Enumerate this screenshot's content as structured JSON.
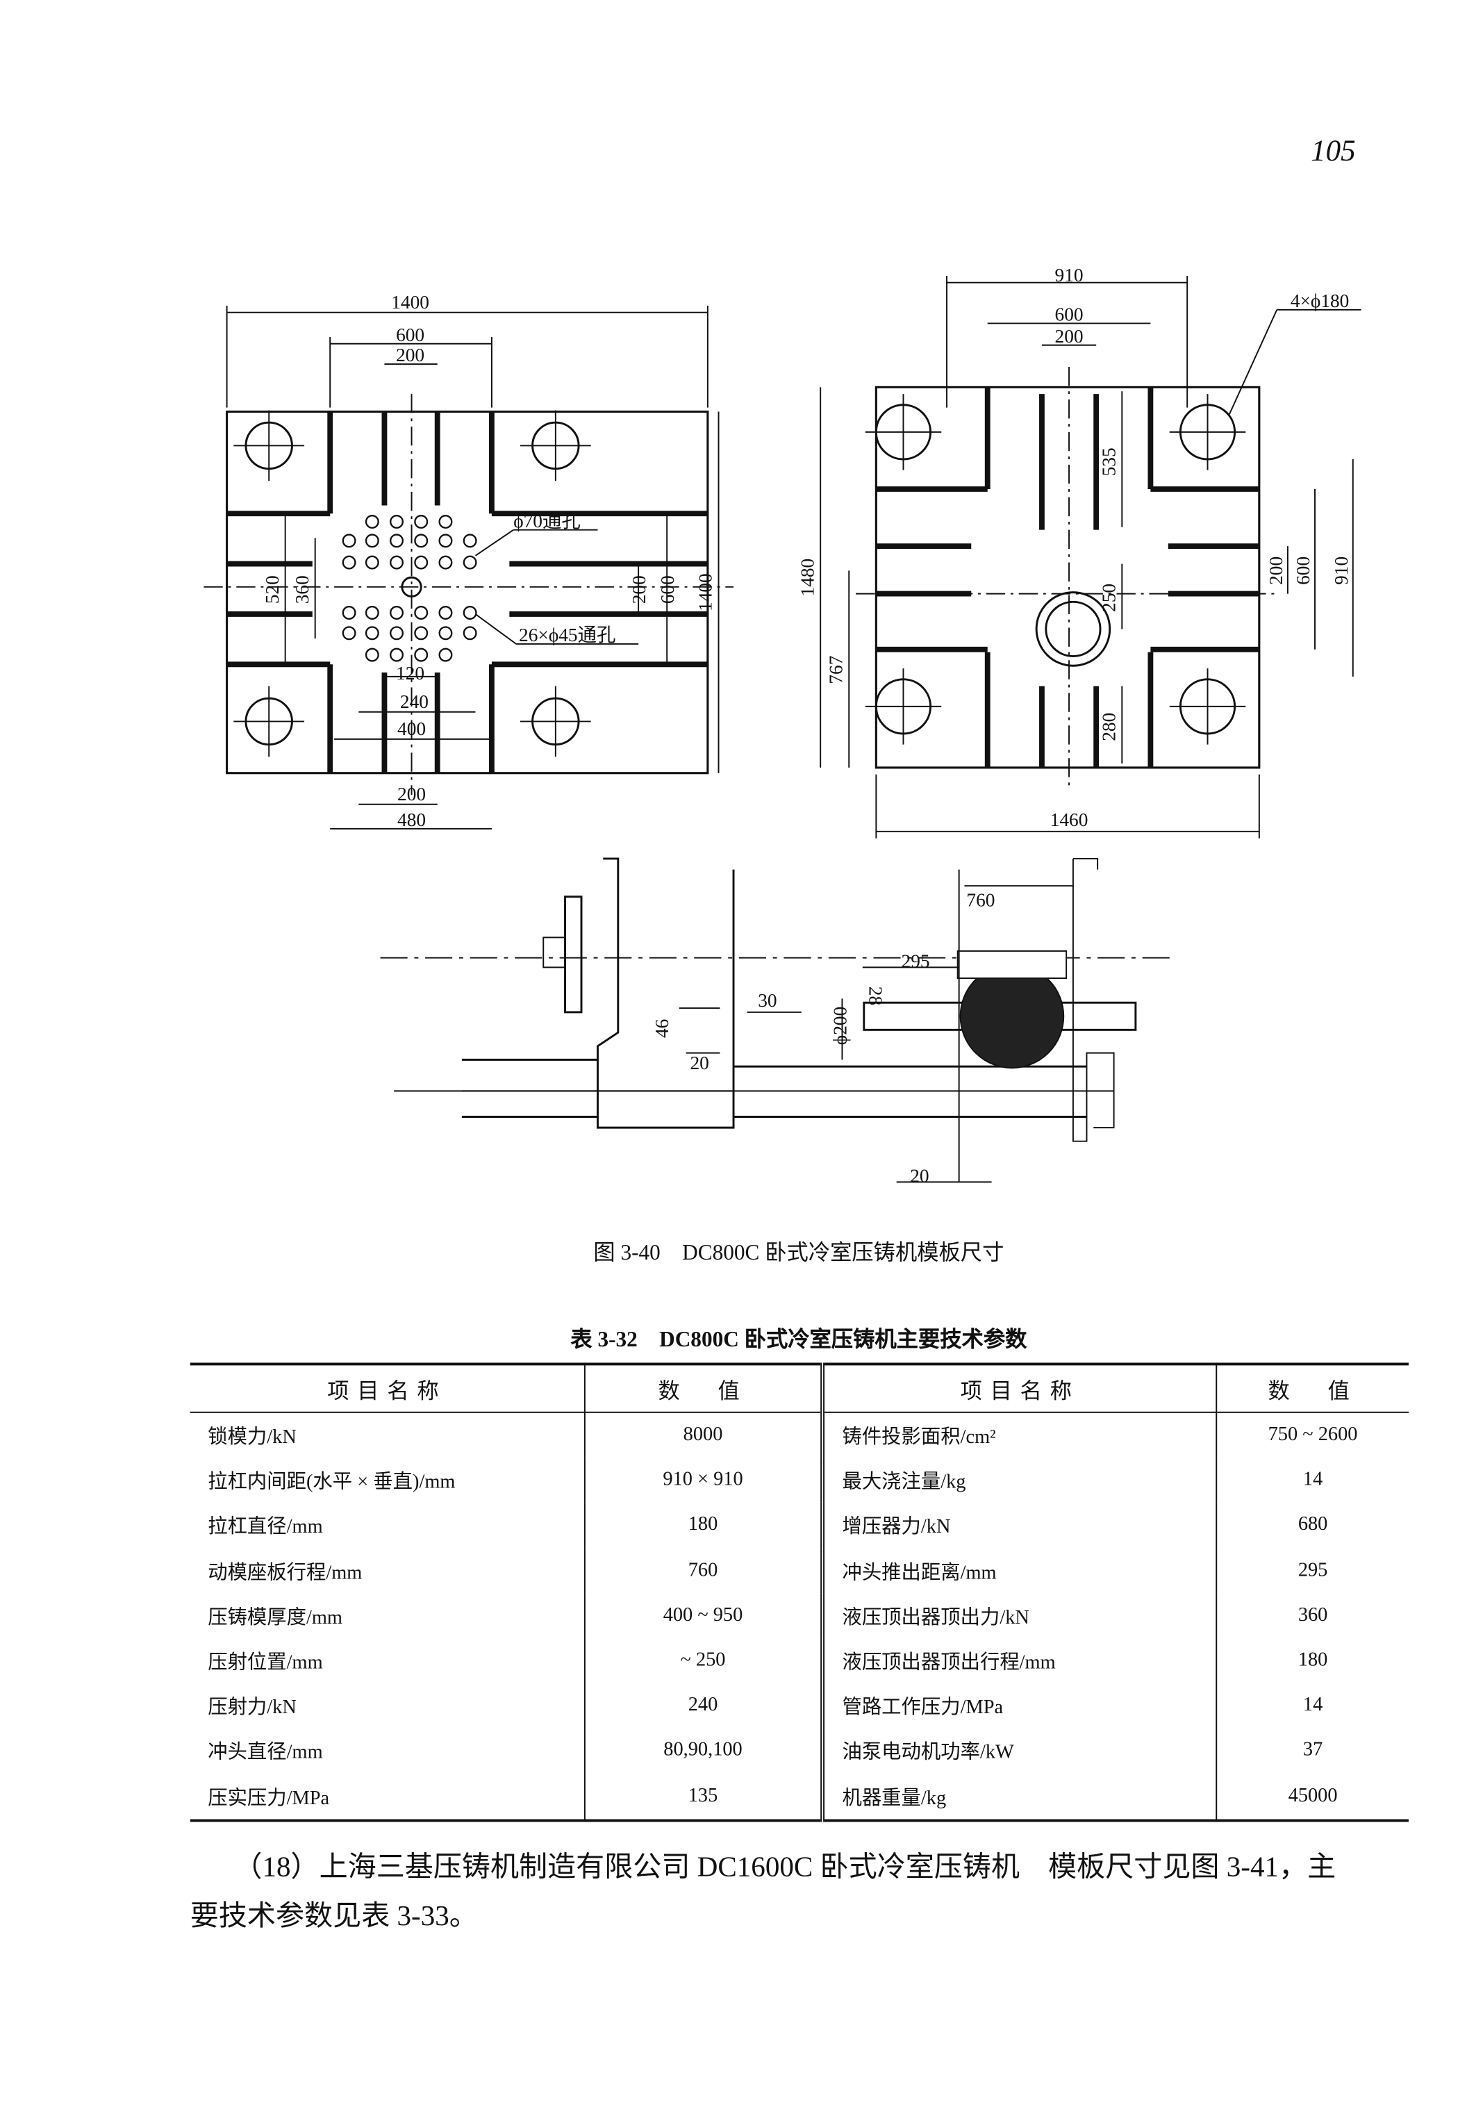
{
  "page_number": "105",
  "figure": {
    "left_plate": {
      "dims": [
        "1400",
        "600",
        "200",
        "1400",
        "600",
        "200",
        "520",
        "360",
        "120",
        "240",
        "400",
        "200",
        "480"
      ],
      "hole_center": "ϕ70通孔",
      "holes": "26×ϕ45通孔"
    },
    "right_plate": {
      "dims": [
        "910",
        "600",
        "200",
        "1480",
        "767",
        "535",
        "250",
        "280",
        "200",
        "600",
        "910",
        "1460"
      ],
      "tie_bar": "4×ϕ180"
    },
    "side_view": {
      "dims": [
        "760",
        "295",
        "30",
        "28",
        "ϕ200",
        "46",
        "20",
        "20"
      ]
    },
    "caption": "图 3-40　DC800C 卧式冷室压铸机模板尺寸"
  },
  "table": {
    "title": "表 3-32　DC800C 卧式冷室压铸机主要技术参数",
    "headers": [
      "项目名称",
      "数　值",
      "项目名称",
      "数　值"
    ],
    "rows": [
      [
        "锁模力/kN",
        "8000",
        "铸件投影面积/cm²",
        "750 ~ 2600"
      ],
      [
        "拉杠内间距(水平 × 垂直)/mm",
        "910 × 910",
        "最大浇注量/kg",
        "14"
      ],
      [
        "拉杠直径/mm",
        "180",
        "增压器力/kN",
        "680"
      ],
      [
        "动模座板行程/mm",
        "760",
        "冲头推出距离/mm",
        "295"
      ],
      [
        "压铸模厚度/mm",
        "400 ~ 950",
        "液压顶出器顶出力/kN",
        "360"
      ],
      [
        "压射位置/mm",
        "~ 250",
        "液压顶出器顶出行程/mm",
        "180"
      ],
      [
        "压射力/kN",
        "240",
        "管路工作压力/MPa",
        "14"
      ],
      [
        "冲头直径/mm",
        "80,90,100",
        "油泵电动机功率/kW",
        "37"
      ],
      [
        "压实压力/MPa",
        "135",
        "机器重量/kg",
        "45000"
      ]
    ]
  },
  "paragraph": {
    "line1": "（18）上海三基压铸机制造有限公司 DC1600C 卧式冷室压铸机　模板尺寸见图 3-41，主",
    "line2": "要技术参数见表 3-33。"
  }
}
